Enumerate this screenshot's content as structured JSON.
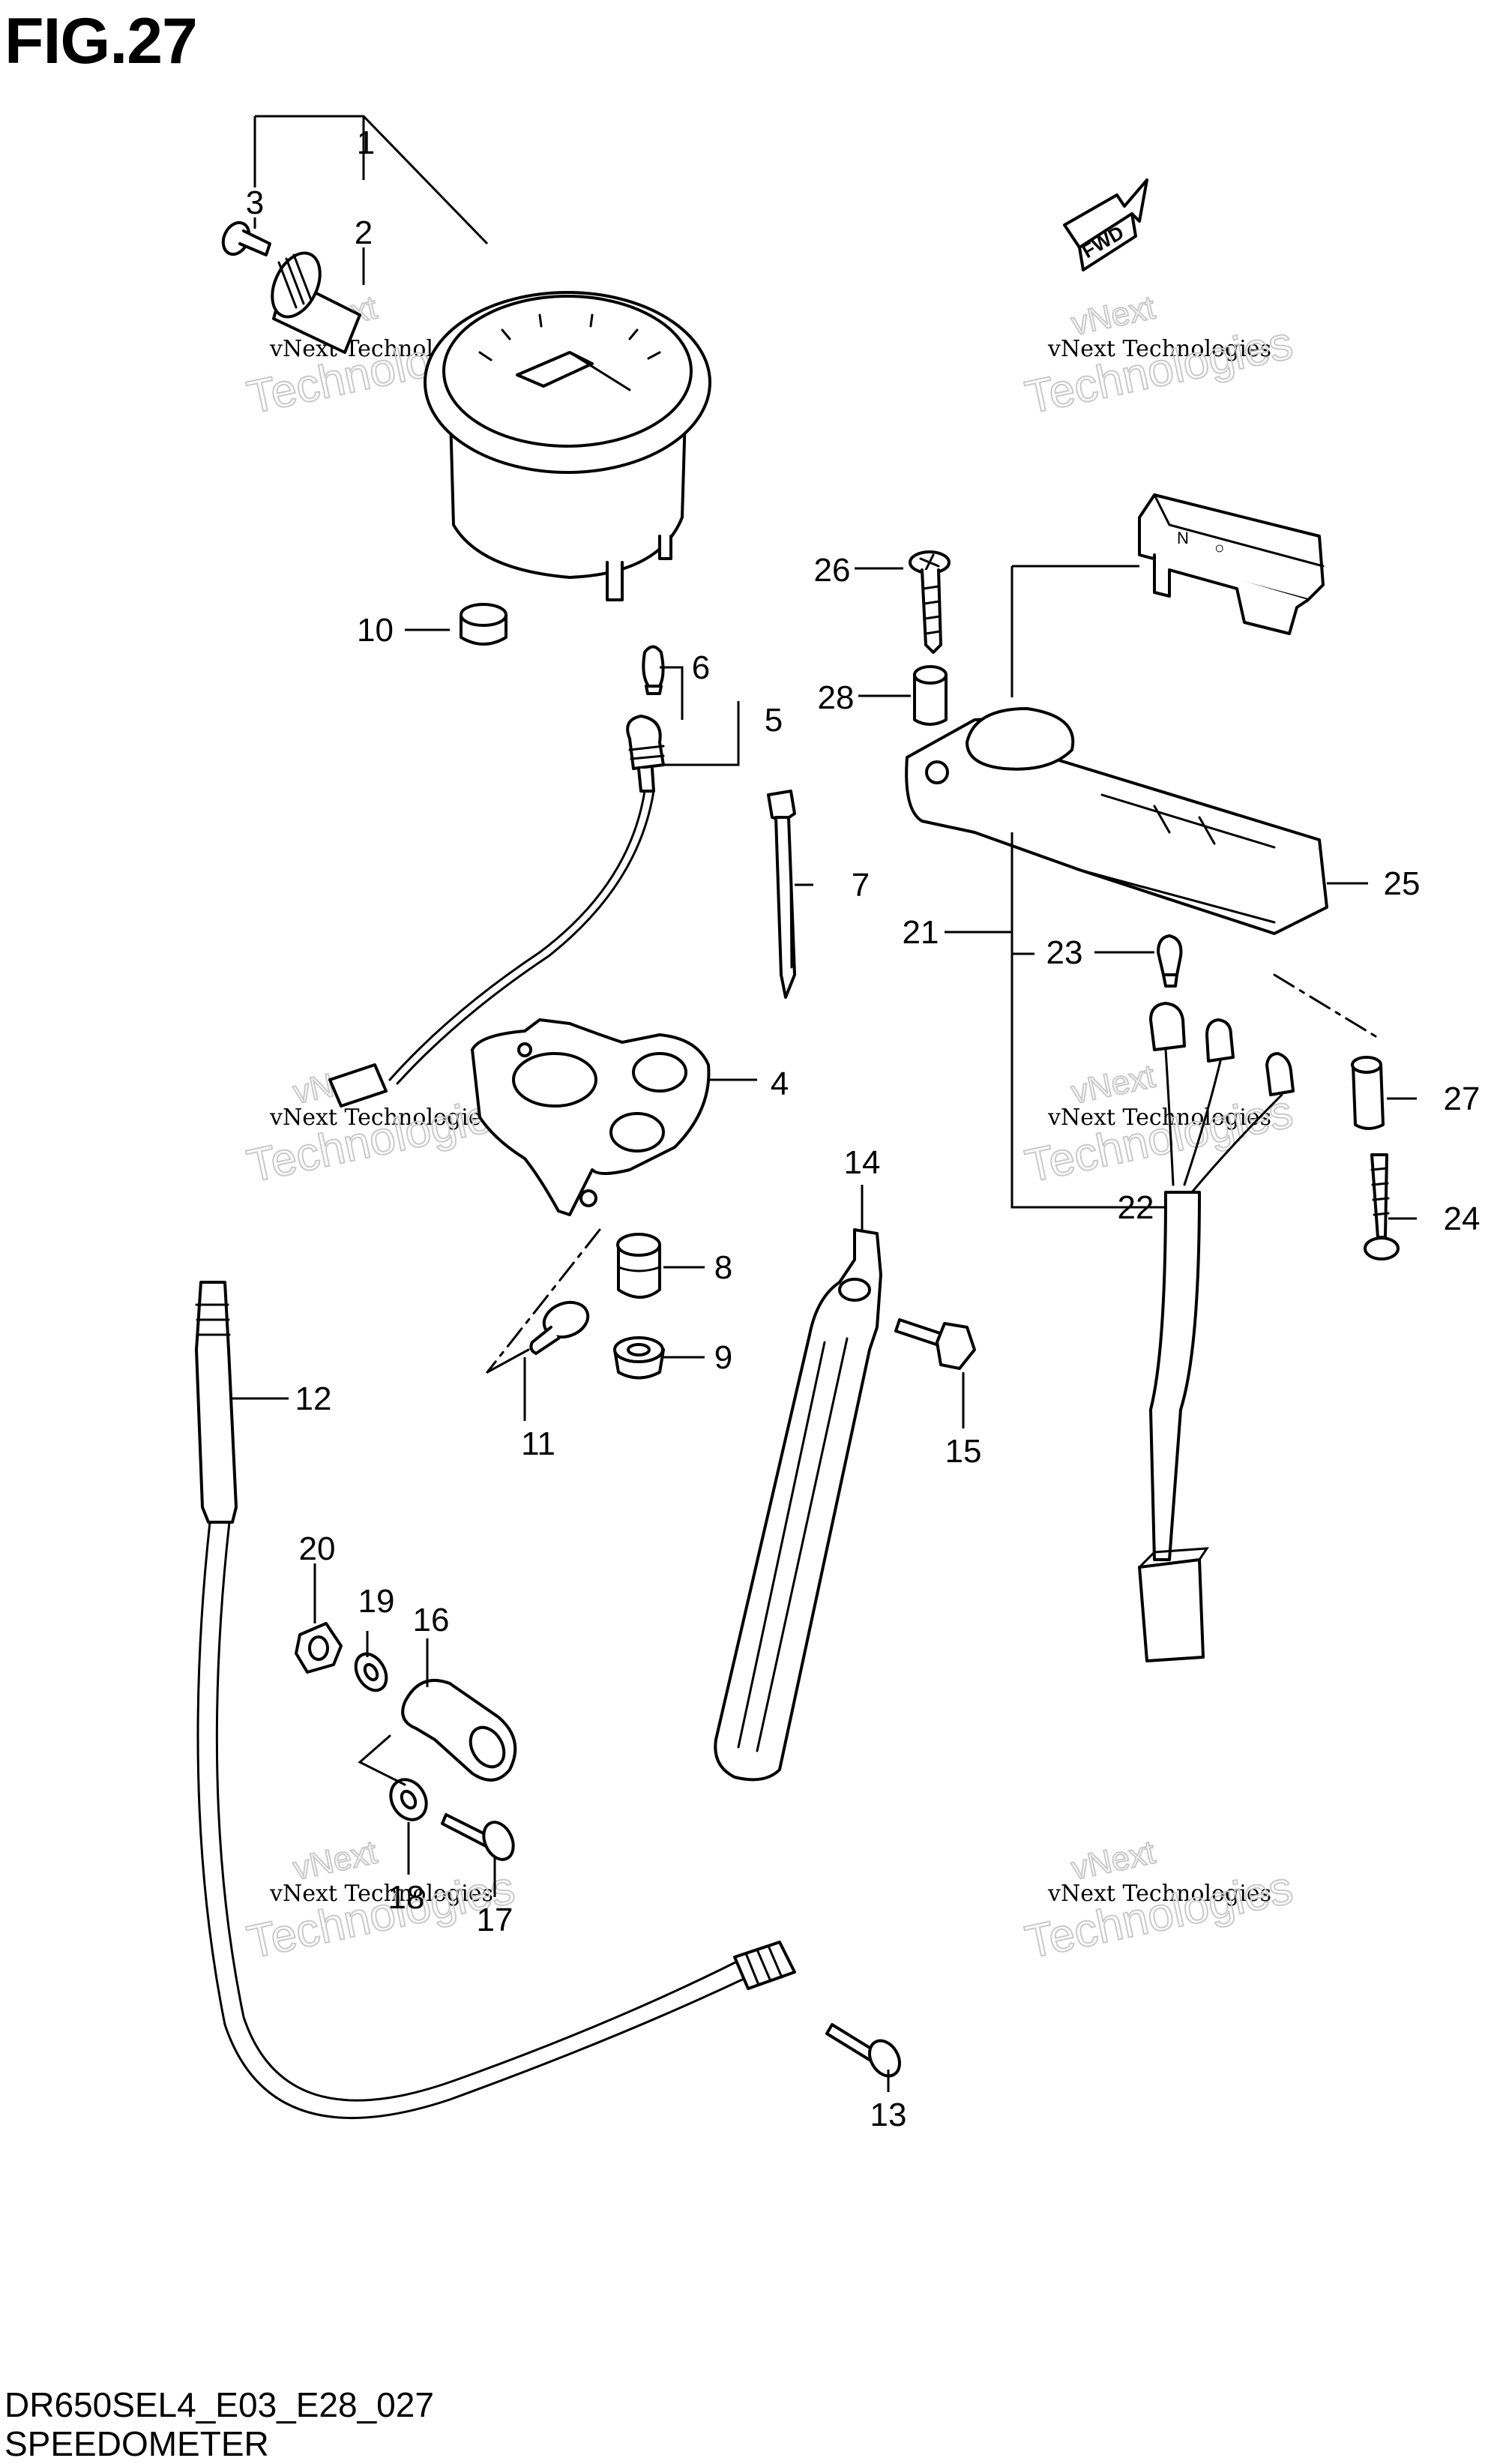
{
  "figure": {
    "title": "FIG.27",
    "code": "DR650SEL4_E03_E28_027",
    "name": "SPEEDOMETER",
    "direction_badge": "FWD"
  },
  "watermark": {
    "line1": "vNext Technologies",
    "line2": "vNext",
    "line3": "Technologies"
  },
  "callouts": [
    "1",
    "2",
    "3",
    "4",
    "5",
    "6",
    "7",
    "8",
    "9",
    "10",
    "11",
    "12",
    "13",
    "14",
    "15",
    "16",
    "17",
    "18",
    "19",
    "20",
    "21",
    "22",
    "23",
    "24",
    "25",
    "26",
    "27",
    "28"
  ]
}
